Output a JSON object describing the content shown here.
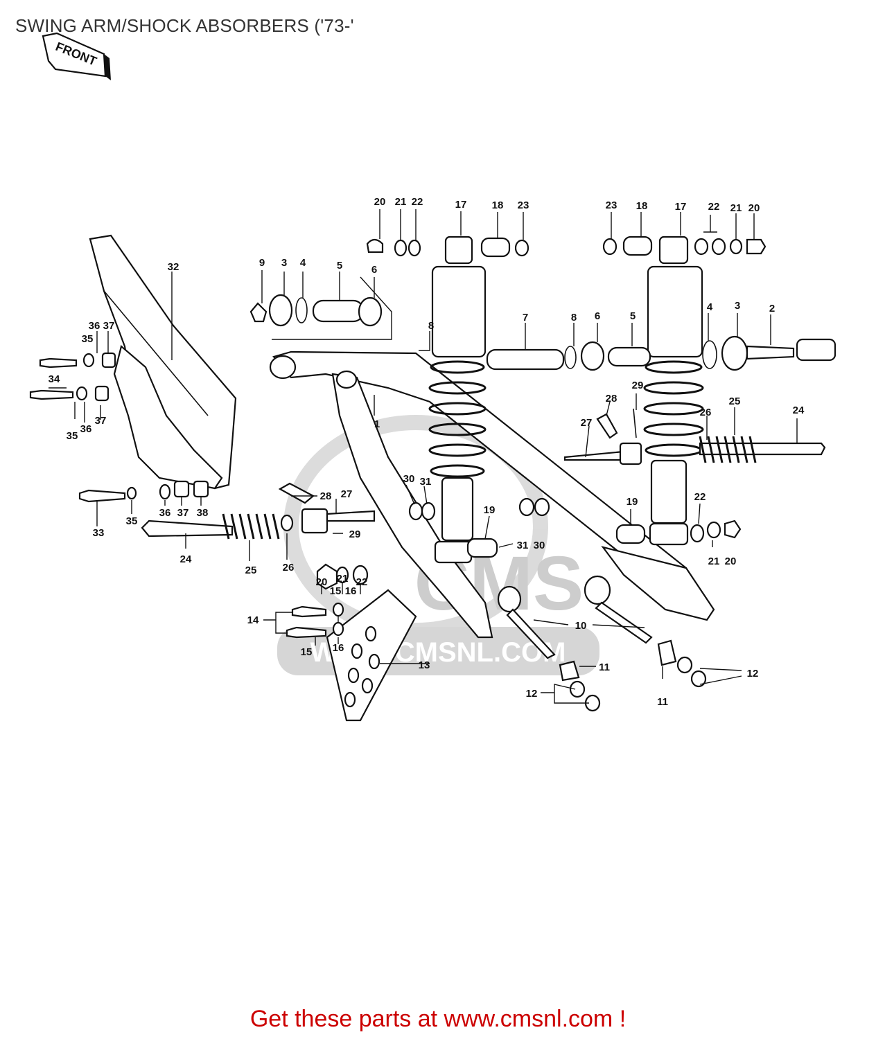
{
  "title": "SWING ARM/SHOCK ABSORBERS ('73-'",
  "front_badge": "FRONT",
  "watermark": {
    "logo": "CMS",
    "url": "WWW.CMSNL.COM"
  },
  "cta": "Get these parts at www.cmsnl.com !",
  "callouts": [
    {
      "id": "c20a",
      "label": "20"
    },
    {
      "id": "c21a",
      "label": "21"
    },
    {
      "id": "c22a",
      "label": "22"
    },
    {
      "id": "c17a",
      "label": "17"
    },
    {
      "id": "c18a",
      "label": "18"
    },
    {
      "id": "c23a",
      "label": "23"
    },
    {
      "id": "c23b",
      "label": "23"
    },
    {
      "id": "c18b",
      "label": "18"
    },
    {
      "id": "c17b",
      "label": "17"
    },
    {
      "id": "c22b",
      "label": "22"
    },
    {
      "id": "c21b",
      "label": "21"
    },
    {
      "id": "c20b",
      "label": "20"
    },
    {
      "id": "c9",
      "label": "9"
    },
    {
      "id": "c3a",
      "label": "3"
    },
    {
      "id": "c4a",
      "label": "4"
    },
    {
      "id": "c5a",
      "label": "5"
    },
    {
      "id": "c6a",
      "label": "6"
    },
    {
      "id": "c32",
      "label": "32"
    },
    {
      "id": "c36a",
      "label": "36"
    },
    {
      "id": "c37a",
      "label": "37"
    },
    {
      "id": "c35a",
      "label": "35"
    },
    {
      "id": "c34",
      "label": "34"
    },
    {
      "id": "c35b",
      "label": "35"
    },
    {
      "id": "c36b",
      "label": "36"
    },
    {
      "id": "c37b",
      "label": "37"
    },
    {
      "id": "c8a",
      "label": "8"
    },
    {
      "id": "c7",
      "label": "7"
    },
    {
      "id": "c8b",
      "label": "8"
    },
    {
      "id": "c6b",
      "label": "6"
    },
    {
      "id": "c5b",
      "label": "5"
    },
    {
      "id": "c4b",
      "label": "4"
    },
    {
      "id": "c3b",
      "label": "3"
    },
    {
      "id": "c2",
      "label": "2"
    },
    {
      "id": "c1",
      "label": "1"
    },
    {
      "id": "c29a",
      "label": "29"
    },
    {
      "id": "c28a",
      "label": "28"
    },
    {
      "id": "c25a",
      "label": "25"
    },
    {
      "id": "c24a",
      "label": "24"
    },
    {
      "id": "c27a",
      "label": "27"
    },
    {
      "id": "c26a",
      "label": "26"
    },
    {
      "id": "c33",
      "label": "33"
    },
    {
      "id": "c35c",
      "label": "35"
    },
    {
      "id": "c36c",
      "label": "36"
    },
    {
      "id": "c37c",
      "label": "37"
    },
    {
      "id": "c38",
      "label": "38"
    },
    {
      "id": "c30a",
      "label": "30"
    },
    {
      "id": "c31a",
      "label": "31"
    },
    {
      "id": "c28b",
      "label": "28"
    },
    {
      "id": "c27b",
      "label": "27"
    },
    {
      "id": "c29b",
      "label": "29"
    },
    {
      "id": "c24b",
      "label": "24"
    },
    {
      "id": "c25b",
      "label": "25"
    },
    {
      "id": "c26b",
      "label": "26"
    },
    {
      "id": "c19a",
      "label": "19"
    },
    {
      "id": "c31b",
      "label": "31"
    },
    {
      "id": "c30b",
      "label": "30"
    },
    {
      "id": "c19b",
      "label": "19"
    },
    {
      "id": "c22c",
      "label": "22"
    },
    {
      "id": "c21c",
      "label": "21"
    },
    {
      "id": "c20c",
      "label": "20"
    },
    {
      "id": "c20d",
      "label": "20"
    },
    {
      "id": "c21d",
      "label": "21"
    },
    {
      "id": "c22d",
      "label": "22"
    },
    {
      "id": "c15a",
      "label": "15"
    },
    {
      "id": "c16a",
      "label": "16"
    },
    {
      "id": "c14",
      "label": "14"
    },
    {
      "id": "c15b",
      "label": "15"
    },
    {
      "id": "c16b",
      "label": "16"
    },
    {
      "id": "c13",
      "label": "13"
    },
    {
      "id": "c10",
      "label": "10"
    },
    {
      "id": "c11a",
      "label": "11"
    },
    {
      "id": "c12a",
      "label": "12"
    },
    {
      "id": "c12b",
      "label": "12"
    },
    {
      "id": "c11b",
      "label": "11"
    }
  ]
}
